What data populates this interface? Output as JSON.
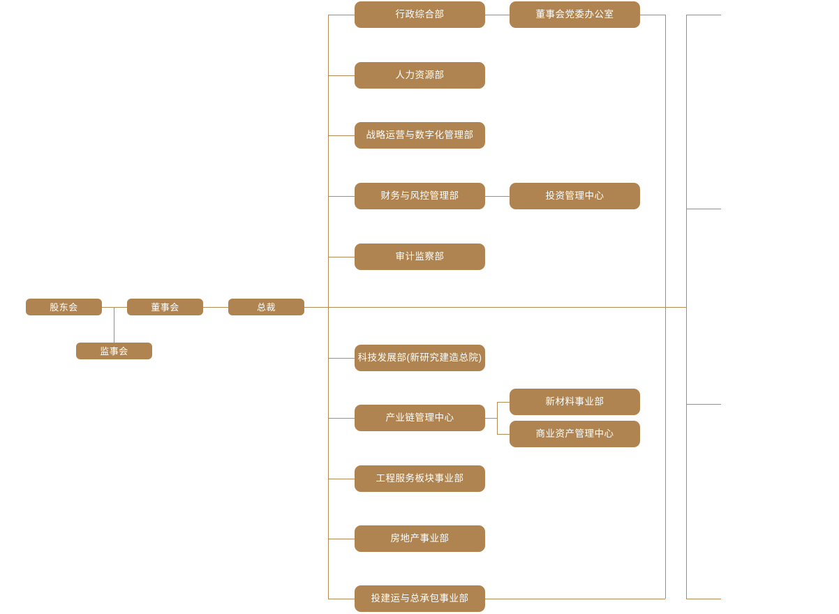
{
  "colors": {
    "node_fill": "#b08450",
    "node_text": "#ffffff",
    "connector": "#b58a55",
    "background": "#ffffff"
  },
  "org_chart": {
    "type": "organization-chart",
    "nodes": {
      "shareholders": {
        "label": "股东会"
      },
      "supervisory_board": {
        "label": "监事会"
      },
      "board_of_directors": {
        "label": "董事会"
      },
      "president": {
        "label": "总裁"
      },
      "admin_general_dept": {
        "label": "行政综合部"
      },
      "board_party_office": {
        "label": "董事会党委办公室"
      },
      "hr_dept": {
        "label": "人力资源部"
      },
      "strategy_digital_dept": {
        "label": "战略运营与数字化管理部"
      },
      "finance_risk_dept": {
        "label": "财务与风控管理部"
      },
      "investment_center": {
        "label": "投资管理中心"
      },
      "audit_supervision_dept": {
        "label": "审计监察部"
      },
      "tech_dev_dept": {
        "label": "科技发展部(新研究建造总院)"
      },
      "industry_chain_center": {
        "label": "产业链管理中心"
      },
      "new_materials_div": {
        "label": "新材料事业部"
      },
      "commercial_assets_center": {
        "label": "商业资产管理中心"
      },
      "engineering_services_div": {
        "label": "工程服务板块事业部"
      },
      "real_estate_div": {
        "label": "房地产事业部"
      },
      "investment_construction_epc_div": {
        "label": "投建运与总承包事业部"
      }
    },
    "edges": [
      {
        "from": "股东会",
        "to": "董事会"
      },
      {
        "from": "股东会",
        "to": "监事会"
      },
      {
        "from": "董事会",
        "to": "总裁"
      },
      {
        "from": "总裁",
        "to": "行政综合部"
      },
      {
        "from": "总裁",
        "to": "人力资源部"
      },
      {
        "from": "总裁",
        "to": "战略运营与数字化管理部"
      },
      {
        "from": "总裁",
        "to": "财务与风控管理部"
      },
      {
        "from": "总裁",
        "to": "审计监察部"
      },
      {
        "from": "总裁",
        "to": "科技发展部(新研究建造总院)"
      },
      {
        "from": "总裁",
        "to": "产业链管理中心"
      },
      {
        "from": "总裁",
        "to": "工程服务板块事业部"
      },
      {
        "from": "总裁",
        "to": "房地产事业部"
      },
      {
        "from": "总裁",
        "to": "投建运与总承包事业部"
      },
      {
        "from": "行政综合部",
        "to": "董事会党委办公室"
      },
      {
        "from": "财务与风控管理部",
        "to": "投资管理中心"
      },
      {
        "from": "产业链管理中心",
        "to": "新材料事业部"
      },
      {
        "from": "产业链管理中心",
        "to": "商业资产管理中心"
      }
    ],
    "notes": "right edge of chart clipped; four connector stubs lead off-canvas"
  }
}
